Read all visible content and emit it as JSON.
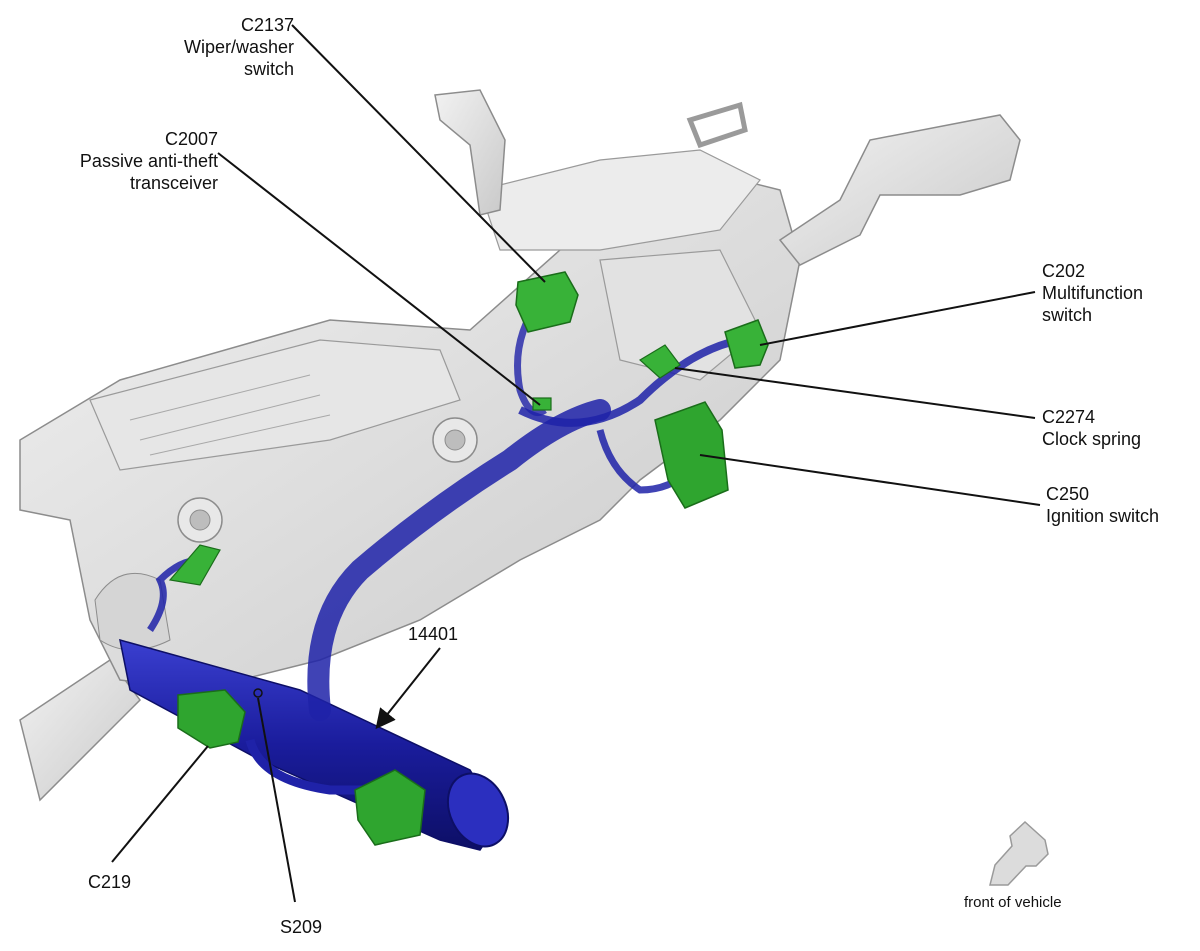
{
  "callouts": {
    "c2137": {
      "id": "C2137",
      "line1": "Wiper/washer",
      "line2": "switch"
    },
    "c2007": {
      "id": "C2007",
      "line1": "Passive anti-theft",
      "line2": "transceiver"
    },
    "c202": {
      "id": "C202",
      "line1": "Multifunction",
      "line2": "switch"
    },
    "c2274": {
      "id": "C2274",
      "line1": "Clock spring"
    },
    "c250": {
      "id": "C250",
      "line1": "Ignition switch"
    },
    "harness": {
      "id": "14401"
    },
    "c219": {
      "id": "C219"
    },
    "s209": {
      "id": "S209"
    }
  },
  "orientation": {
    "label": "front of vehicle"
  },
  "colors": {
    "housing": "#d9d9d9",
    "housing_edge": "#8c8c8c",
    "harness": "#1f22a8",
    "connector": "#2fa52f",
    "leader": "#111111"
  }
}
